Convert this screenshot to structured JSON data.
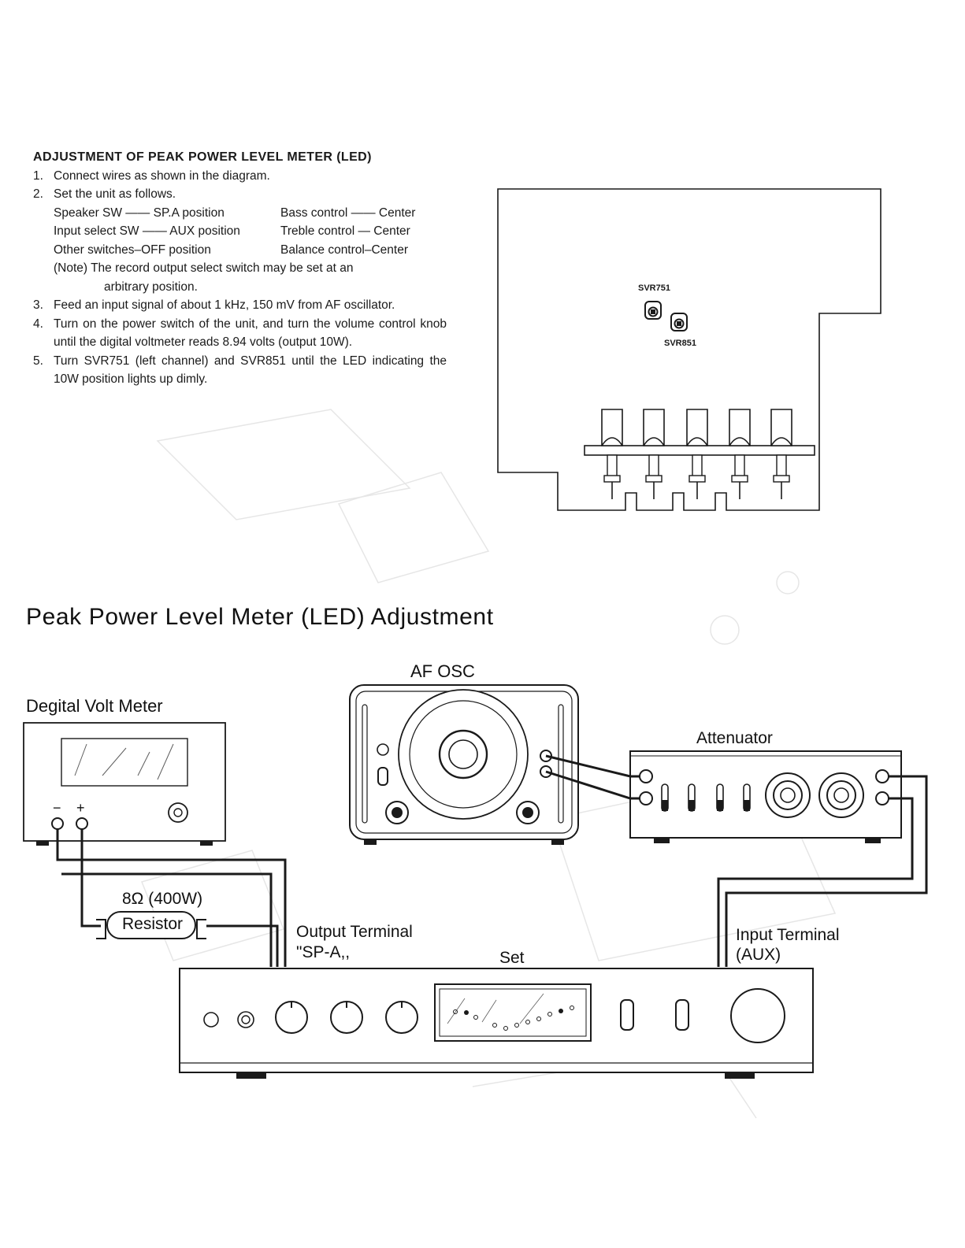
{
  "procedure": {
    "title": "ADJUSTMENT OF PEAK POWER LEVEL METER (LED)",
    "steps": [
      {
        "num": "1.",
        "text": "Connect wires as shown in the diagram."
      },
      {
        "num": "2.",
        "text": "Set the unit as follows."
      },
      {
        "num": "3.",
        "text": "Feed an input signal of about 1 kHz, 150 mV from AF oscillator."
      },
      {
        "num": "4.",
        "text": "Turn on the power switch of the unit, and turn the volume control knob until the digital voltmeter reads 8.94 volts (output 10W)."
      },
      {
        "num": "5.",
        "text": "Turn SVR751 (left channel) and SVR851 until the LED indicating the 10W position lights up dimly."
      }
    ],
    "settings": [
      {
        "left": "Speaker SW —— SP.A position",
        "right": "Bass control —— Center"
      },
      {
        "left": "Input select SW —— AUX position",
        "right": "Treble control — Center"
      },
      {
        "left": "Other switches–OFF position",
        "right": "Balance control–Center"
      }
    ],
    "note_line1": "(Note) The record output select switch may be set at an",
    "note_line2": "arbitrary position."
  },
  "pcb": {
    "svr751": "SVR751",
    "svr851": "SVR851"
  },
  "diagram": {
    "title": "Peak Power Level Meter (LED) Adjustment",
    "labels": {
      "af_osc": "AF OSC",
      "dvm": "Degital Volt Meter",
      "attenuator": "Attenuator",
      "resistor_value": "8Ω (400W)",
      "resistor": "Resistor",
      "output_terminal": "Output Terminal",
      "output_terminal_sub": "\"SP-A,,",
      "set": "Set",
      "input_terminal": "Input Terminal",
      "input_terminal_sub": "(AUX)",
      "minus": "−",
      "plus": "+"
    }
  },
  "colors": {
    "ink": "#1a1a1a",
    "ghost": "#e4e4e4",
    "paper": "#ffffff"
  }
}
